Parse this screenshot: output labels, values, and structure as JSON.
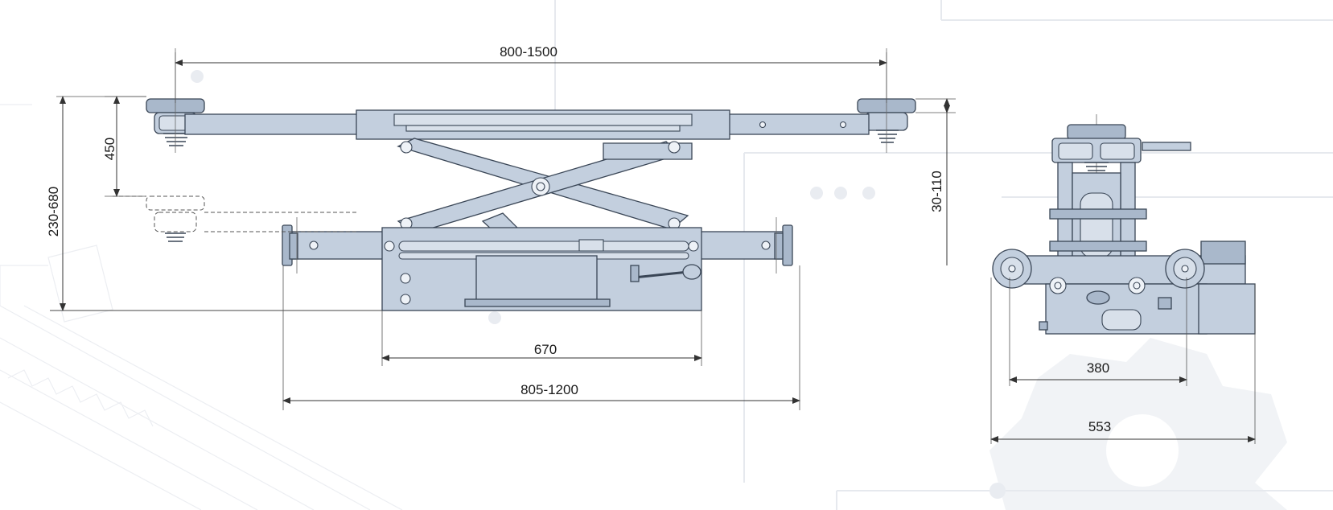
{
  "dimensions": {
    "arm_span": "800-1500",
    "lift_height": "450",
    "overall_height": "230-680",
    "adapter_height": "30-110",
    "base_length": "670",
    "rail_width": "805-1200",
    "inner_track": "380",
    "overall_width": "553"
  },
  "colors": {
    "body": "#c3cfde",
    "outline": "#3a4656",
    "background_lines": "#e6e9ee"
  }
}
